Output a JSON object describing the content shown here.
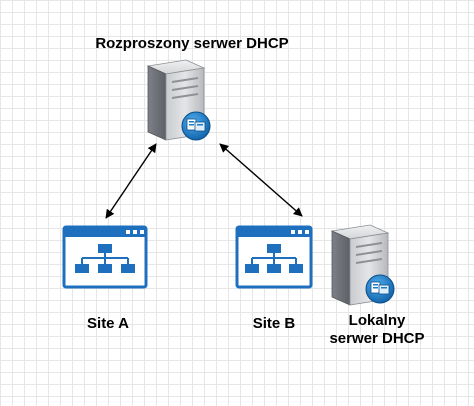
{
  "diagram": {
    "title": "Rozproszony serwer DHCP",
    "nodes": {
      "central_server": {
        "label": "Rozproszony serwer DHCP",
        "icon": "server-icon"
      },
      "site_a": {
        "label": "Site A",
        "icon": "sitemap-window-icon"
      },
      "site_b": {
        "label": "Site B",
        "icon": "sitemap-window-icon"
      },
      "local_server": {
        "label_line1": "Lokalny",
        "label_line2": "serwer DHCP",
        "icon": "server-icon"
      }
    },
    "edges": [
      {
        "from": "central_server",
        "to": "site_a",
        "style": "bidirectional-arrow"
      },
      {
        "from": "central_server",
        "to": "site_b",
        "style": "bidirectional-arrow"
      }
    ],
    "colors": {
      "site_icon_blue": "#1f6fbf",
      "server_gray": "#9a9da3",
      "badge_blue": "#1a7cc7",
      "grid": "#e6e6e6"
    }
  }
}
